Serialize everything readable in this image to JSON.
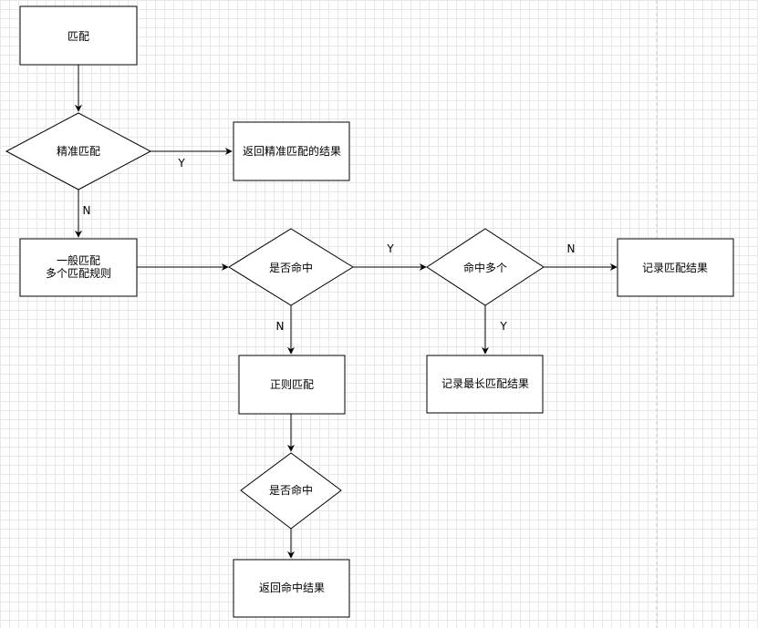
{
  "nodes": {
    "match": {
      "text": "匹配"
    },
    "exact_match": {
      "text": "精准匹配"
    },
    "return_exact": {
      "text": "返回精准匹配的结果"
    },
    "general_match": {
      "line1": "一般匹配",
      "line2": "多个匹配规则"
    },
    "is_hit_1": {
      "text": "是否命中"
    },
    "multi_hit": {
      "text": "命中多个"
    },
    "record_match": {
      "text": "记录匹配结果"
    },
    "record_longest": {
      "text": "记录最长匹配结果"
    },
    "regex_match": {
      "text": "正则匹配"
    },
    "is_hit_2": {
      "text": "是否命中"
    },
    "return_hit": {
      "text": "返回命中结果"
    }
  },
  "edges": {
    "exact_yes": "Y",
    "exact_no": "N",
    "hit1_yes": "Y",
    "hit1_no": "N",
    "multi_no": "N",
    "multi_yes": "Y"
  }
}
